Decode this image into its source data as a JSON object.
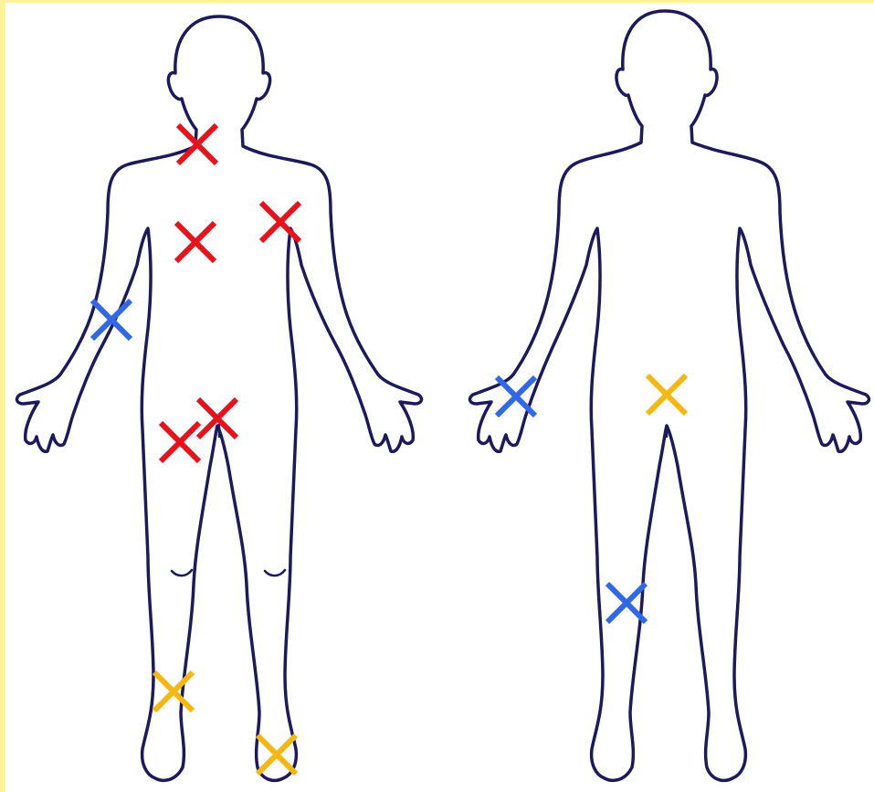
{
  "colors": {
    "background": "#ffffff",
    "frame": "#fcf39a",
    "outline": "#1c1a5c",
    "marker_red": "#e8121c",
    "marker_blue": "#3068e8",
    "marker_yellow": "#f5b812"
  },
  "figures": [
    {
      "id": "front",
      "view": "front"
    },
    {
      "id": "back",
      "view": "back"
    }
  ],
  "markers": [
    {
      "figure": "front",
      "location": "neck",
      "color": "red"
    },
    {
      "figure": "front",
      "location": "chest-center",
      "color": "red"
    },
    {
      "figure": "front",
      "location": "left-shoulder",
      "color": "red"
    },
    {
      "figure": "front",
      "location": "groin-upper",
      "color": "red"
    },
    {
      "figure": "front",
      "location": "groin-lower",
      "color": "red"
    },
    {
      "figure": "front",
      "location": "right-forearm",
      "color": "blue"
    },
    {
      "figure": "front",
      "location": "right-lower-leg",
      "color": "yellow"
    },
    {
      "figure": "front",
      "location": "left-foot",
      "color": "yellow"
    },
    {
      "figure": "back",
      "location": "left-hand",
      "color": "blue"
    },
    {
      "figure": "back",
      "location": "lower-back",
      "color": "yellow"
    },
    {
      "figure": "back",
      "location": "left-calf",
      "color": "blue"
    }
  ]
}
